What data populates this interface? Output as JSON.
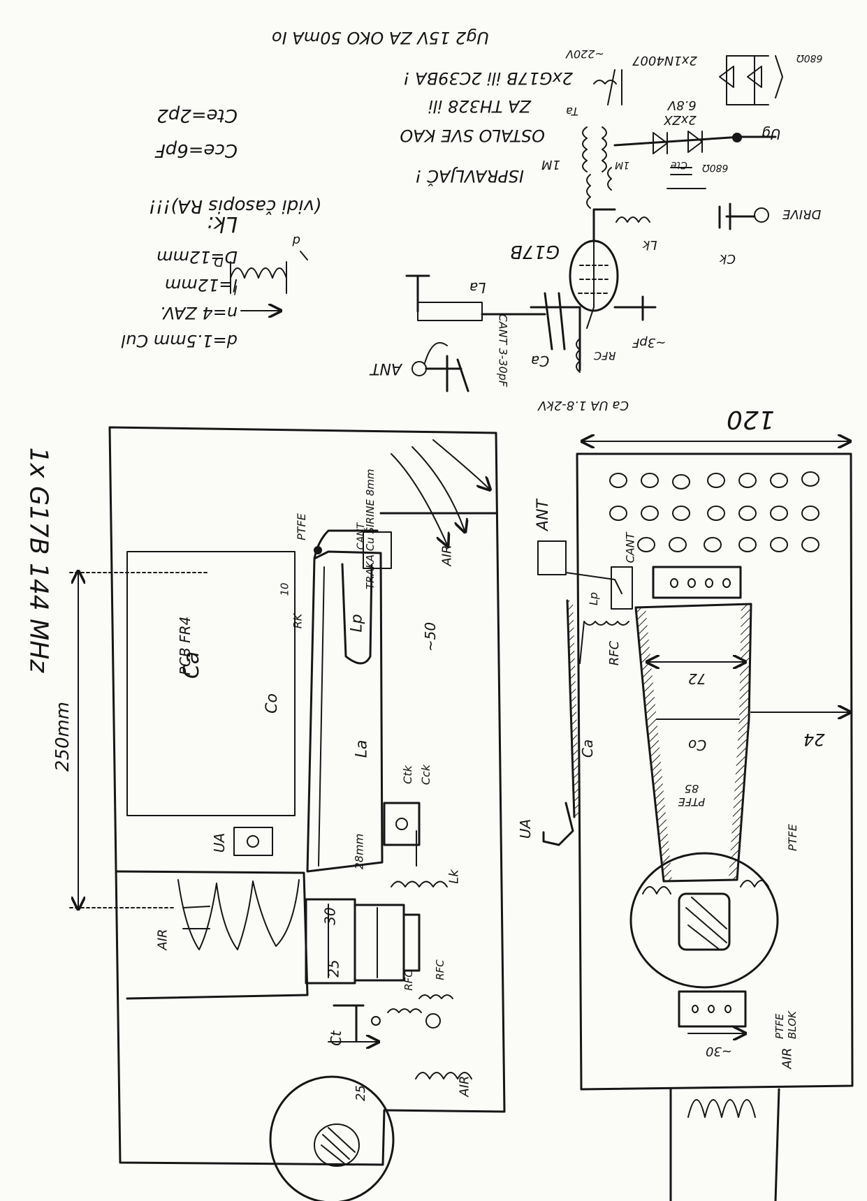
{
  "heading": "1x G17B  144 MHz",
  "schematic": {
    "tube": "G17B",
    "drive_label": "DRIVE",
    "notes": [
      "ISPRAVLJAČ !",
      "OSTALO SVE KAO",
      "ZA TH328 ili",
      "2xG17B ili 2C39BA !",
      "Ug2 15V ZA OKO 50mA Io"
    ],
    "labels": {
      "ant": "ANT",
      "cant": "CANT 3-30pF",
      "ca": "Ca",
      "ua": "Ca UA 1.8-2kV",
      "rfc": "RFC",
      "ct": "~3pF",
      "la": "La",
      "lk": "Lk",
      "ck": "Ck",
      "ta": "Ta",
      "v220": "~220V",
      "diodes": "2x1N4007",
      "zener": "2xZX 6.8V",
      "r680a": "680Ω",
      "r680b": "680Ω",
      "ug": "Ug",
      "r1m": "1M",
      "cte": "Cte",
      "r1m_b": "1M"
    }
  },
  "coil_specs": {
    "title": "Lk:",
    "lines": [
      "D=12mm",
      "l=12mm",
      "n=4 ZAV.",
      "d=1.5mm Cul"
    ],
    "dim_labels": [
      "l",
      "D",
      "d"
    ],
    "caps": [
      "Cte=2p2",
      "Cce=6pF"
    ],
    "reference": "(vidi časopis RA)!!!"
  },
  "side_view": {
    "labels": {
      "pcb": "PCB FR4",
      "ca": "Ca",
      "co": "Co",
      "la": "La",
      "lp": "Lp",
      "rk": "RK",
      "ptfe": "PTFE",
      "traka": "TRAKA Cu ŠIRINE 8mm",
      "cant": "CANT",
      "ua": "UA",
      "air_top": "AIR",
      "air_right": "AIR",
      "air_bottom": "AIR",
      "ctk": "Ctk",
      "cck": "Cck",
      "lk": "Lk",
      "rfc1": "RFC",
      "rfc2": "RFC",
      "ct": "Ct"
    },
    "dims": {
      "width": "250mm",
      "gap": "10",
      "lp_len": "~50",
      "strip_w": "28mm",
      "tube_d": "30",
      "tube_d2": "25",
      "base": "25"
    }
  },
  "front_view": {
    "labels": {
      "ant": "ANT",
      "cant": "CANT",
      "lp": "Lp",
      "rfc": "RFC",
      "ca": "Ca",
      "co": "Co",
      "ptfe": "PTFE 85",
      "ptfe2": "PTFE",
      "ptfe_blok": "PTFE BLOK",
      "ua": "UA",
      "air": "AIR"
    },
    "dims": {
      "width": "120",
      "inner": "72",
      "side": "24",
      "base": "~30"
    }
  }
}
